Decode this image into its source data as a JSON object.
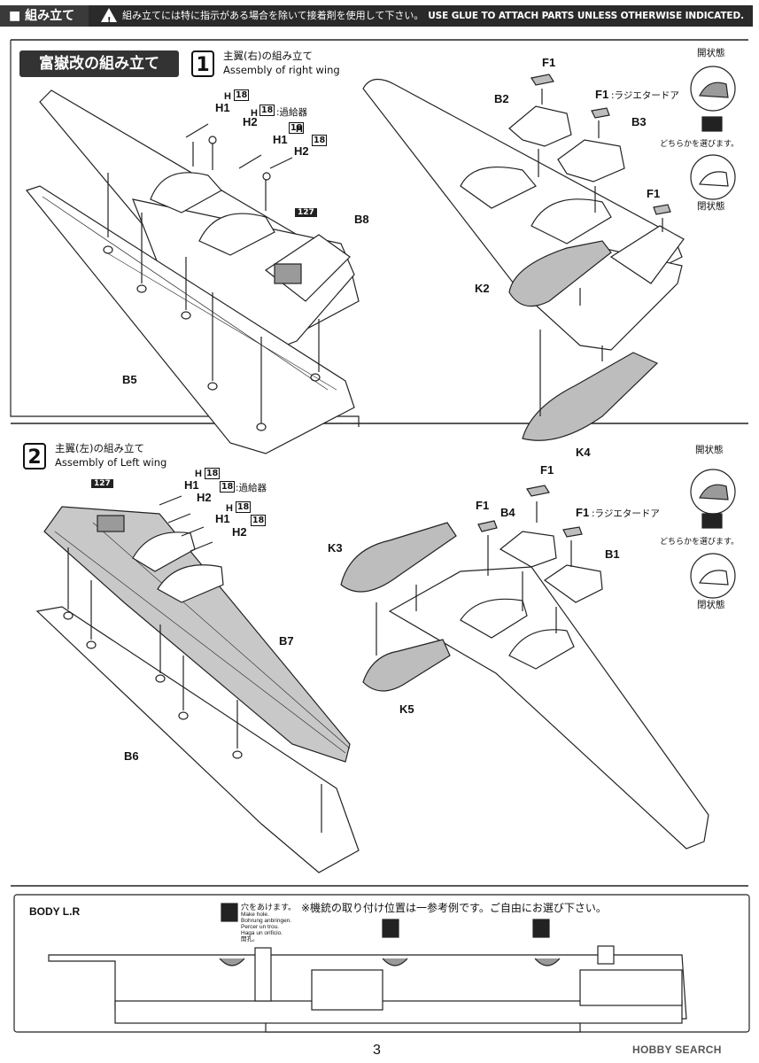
{
  "header": {
    "section_title": "■ 組み立て",
    "warning_symbol": "!",
    "warning_jp": "組み立てには特に指示がある場合を除いて接着剤を使用して下さい。",
    "warning_en": "USE GLUE TO ATTACH PARTS UNLESS OTHERWISE INDICATED."
  },
  "assembly_title": "富嶽改の組み立て",
  "step1": {
    "number": "1",
    "title_jp": "主翼(右)の組み立て",
    "title_en": "Assembly of right wing",
    "labels": {
      "h18_a": "18",
      "h1_a": "H1",
      "h_a": "H",
      "h2_a": "H2",
      "h18_b": "18",
      "h_b": "H",
      "supercharger_a": ":過給器",
      "h1_b": "H1",
      "h_c": "H",
      "h18_c": "18",
      "h2_b": "H2",
      "badge": "127",
      "b8": "B8",
      "b5": "B5",
      "f1_top": "F1",
      "b2": "B2",
      "f1_radiator": "F1",
      "radiator_door": ":ラジエタードア",
      "b3": "B3",
      "f1_right": "F1",
      "k2": "K2",
      "k4": "K4"
    },
    "open_state": "開状態",
    "either": "どちらかを選びます。",
    "closed_state": "閉状態"
  },
  "step2": {
    "number": "2",
    "title_jp": "主翼(左)の組み立て",
    "title_en": "Assembly of  Left wing",
    "labels": {
      "badge": "127",
      "h_a": "H",
      "h18_a": "18",
      "h1_a": "H1",
      "h18_b": "18",
      "supercharger": ":過給器",
      "h2_a": "H2",
      "h_b": "H",
      "h18_c": "18",
      "h1_b": "H1",
      "h18_d": "18",
      "h2_b": "H2",
      "b7": "B7",
      "b6": "B6",
      "f1_top": "F1",
      "f1_left": "F1",
      "b4": "B4",
      "f1_radiator": "F1",
      "radiator_door": ":ラジエタードア",
      "b1": "B1",
      "k3": "K3",
      "k5": "K5"
    },
    "open_state": "開状態",
    "either": "どちらかを選びます。",
    "closed_state": "閉状態"
  },
  "body": {
    "label": "BODY L.R",
    "hole_jp": "穴をあけます。",
    "hole_en": "Make hole.",
    "hole_de": "Bohrung anbringen.",
    "hole_fr": "Percer un trou.",
    "hole_es": "Haga un orificio.",
    "hole_cn": "開孔。",
    "note": "※機銃の取り付け位置は一参考例です。ご自由にお選び下さい。"
  },
  "page_number": "3",
  "watermark": "HOBBY SEARCH",
  "colors": {
    "dark_band": "#2a2a2a",
    "part_gray": "#bdbdbd",
    "line": "#222222"
  }
}
